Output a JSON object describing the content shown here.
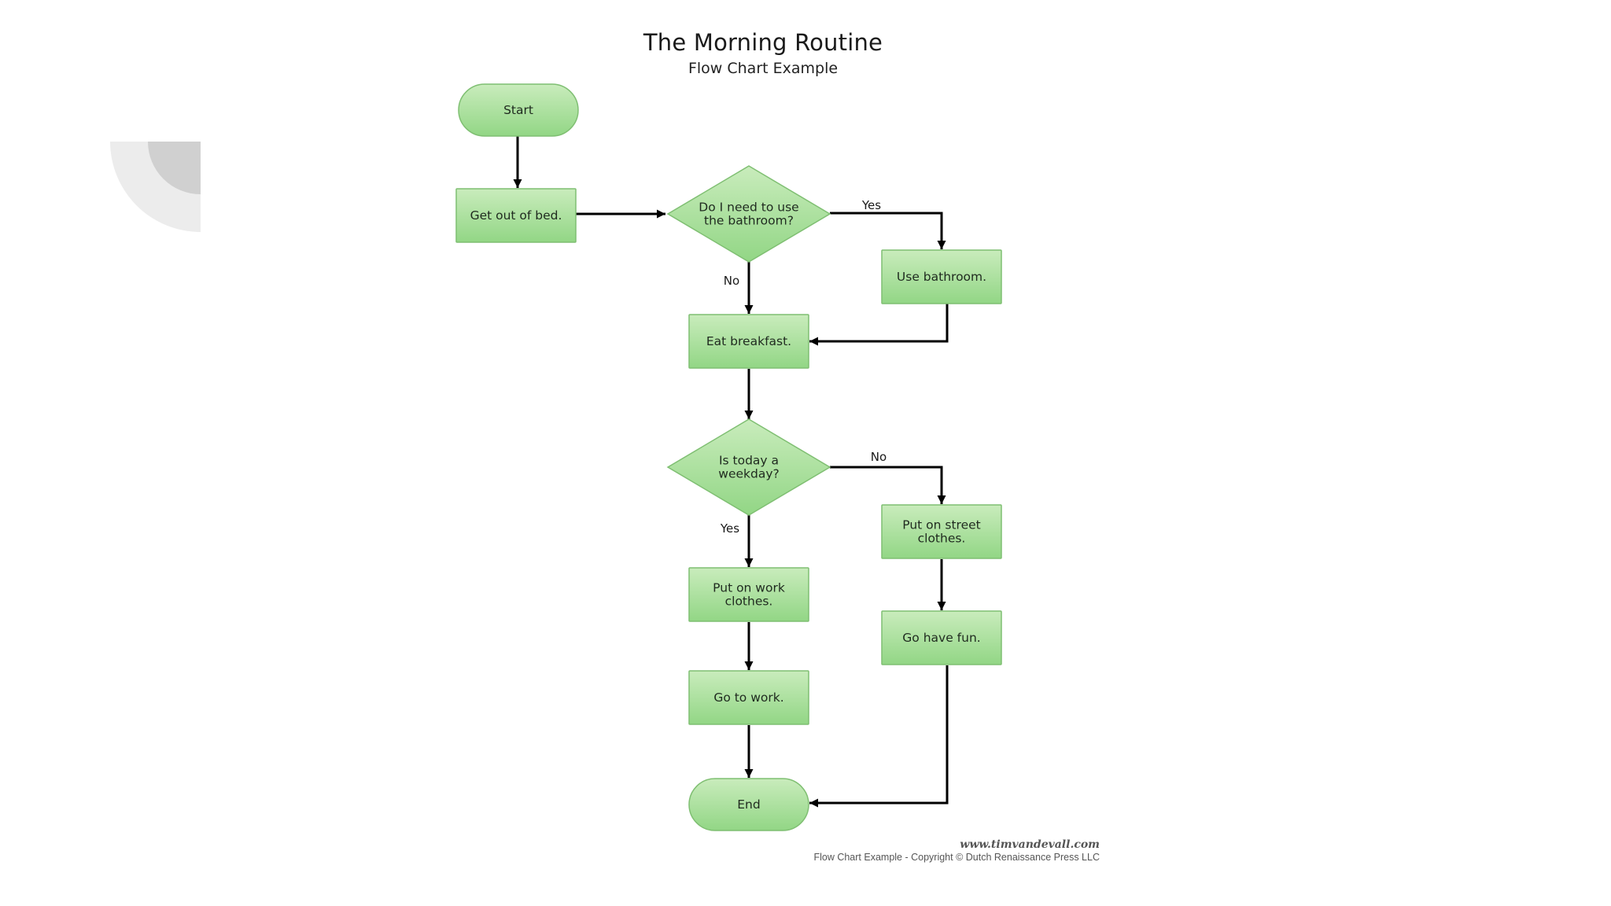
{
  "title": "The Morning Routine",
  "subtitle": "Flow Chart Example",
  "colors": {
    "node_fill_top": "#c9ecbc",
    "node_fill_bottom": "#92d685",
    "node_stroke": "#7fbf72",
    "edge": "#000000",
    "deco_outer": "#ececec",
    "deco_inner": "#d0d0d0"
  },
  "nodes": [
    {
      "id": "start",
      "shape": "terminal",
      "lines": [
        "Start"
      ]
    },
    {
      "id": "get-out-of-bed",
      "shape": "process",
      "lines": [
        "Get out of bed."
      ]
    },
    {
      "id": "need-bathroom",
      "shape": "decision",
      "lines": [
        "Do I need to use",
        "the bathroom?"
      ]
    },
    {
      "id": "use-bathroom",
      "shape": "process",
      "lines": [
        "Use bathroom."
      ]
    },
    {
      "id": "eat-breakfast",
      "shape": "process",
      "lines": [
        "Eat breakfast."
      ]
    },
    {
      "id": "is-weekday",
      "shape": "decision",
      "lines": [
        "Is today a",
        "weekday?"
      ]
    },
    {
      "id": "street-clothes",
      "shape": "process",
      "lines": [
        "Put on street",
        "clothes."
      ]
    },
    {
      "id": "work-clothes",
      "shape": "process",
      "lines": [
        "Put on work",
        "clothes."
      ]
    },
    {
      "id": "have-fun",
      "shape": "process",
      "lines": [
        "Go have fun."
      ]
    },
    {
      "id": "go-to-work",
      "shape": "process",
      "lines": [
        "Go to work."
      ]
    },
    {
      "id": "end",
      "shape": "terminal",
      "lines": [
        "End"
      ]
    }
  ],
  "edges": [
    {
      "id": "start-to-bed",
      "from": "start",
      "to": "get-out-of-bed",
      "label": ""
    },
    {
      "id": "bed-to-bathroom-q",
      "from": "get-out-of-bed",
      "to": "need-bathroom",
      "label": ""
    },
    {
      "id": "bathroom-q-yes",
      "from": "need-bathroom",
      "to": "use-bathroom",
      "label": "Yes"
    },
    {
      "id": "bathroom-q-no",
      "from": "need-bathroom",
      "to": "eat-breakfast",
      "label": "No"
    },
    {
      "id": "bathroom-to-breakfast",
      "from": "use-bathroom",
      "to": "eat-breakfast",
      "label": ""
    },
    {
      "id": "breakfast-to-weekday-q",
      "from": "eat-breakfast",
      "to": "is-weekday",
      "label": ""
    },
    {
      "id": "weekday-q-no",
      "from": "is-weekday",
      "to": "street-clothes",
      "label": "No"
    },
    {
      "id": "weekday-q-yes",
      "from": "is-weekday",
      "to": "work-clothes",
      "label": "Yes"
    },
    {
      "id": "street-to-fun",
      "from": "street-clothes",
      "to": "have-fun",
      "label": ""
    },
    {
      "id": "work-clothes-to-work",
      "from": "work-clothes",
      "to": "go-to-work",
      "label": ""
    },
    {
      "id": "work-to-end",
      "from": "go-to-work",
      "to": "end",
      "label": ""
    },
    {
      "id": "fun-to-end",
      "from": "have-fun",
      "to": "end",
      "label": ""
    }
  ],
  "footer": {
    "url": "www.timvandevall.com",
    "copyright": "Flow Chart Example - Copyright © Dutch Renaissance Press LLC"
  }
}
